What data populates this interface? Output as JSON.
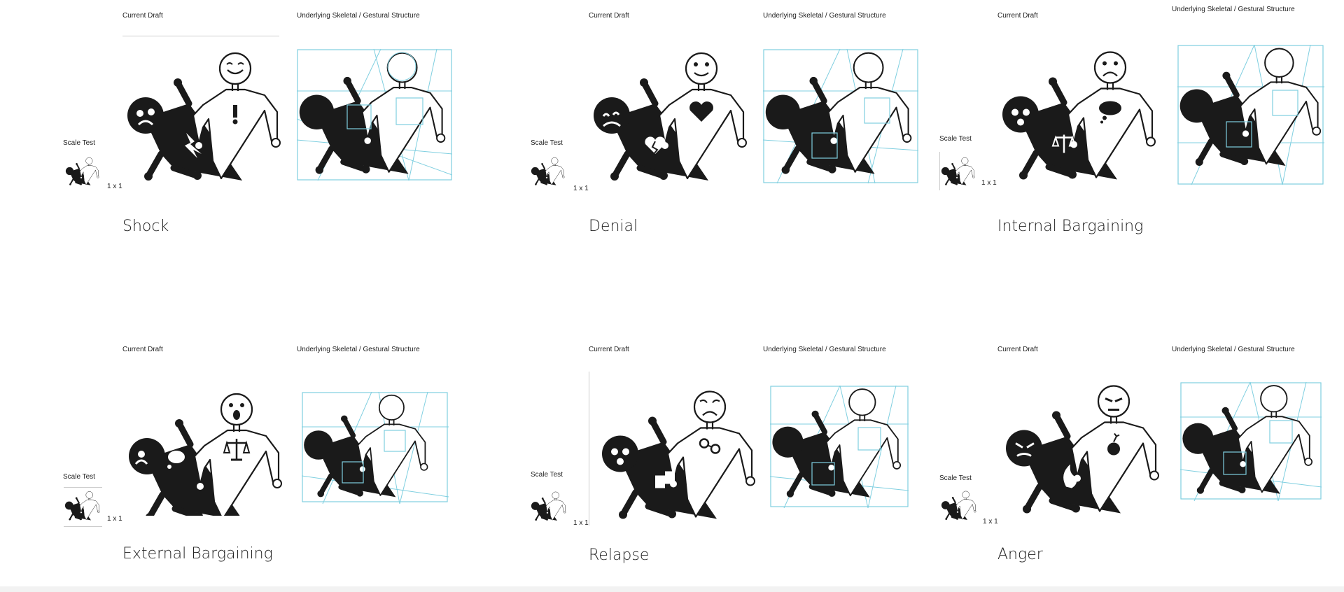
{
  "labels": {
    "current_draft": "Current Draft",
    "skeletal": "Underlying Skeletal / Gestural Structure",
    "scale_test": "Scale Test",
    "scale_ratio": "1 x 1"
  },
  "colors": {
    "ink": "#1a1a1a",
    "guide": "#7fcfe0",
    "background": "#ffffff"
  },
  "stages": [
    {
      "title": "Shock",
      "light_symbol": "exclamation-icon",
      "dark_symbol": "lightning-icon",
      "light_face": "smile-icon",
      "dark_face": "sad-icon"
    },
    {
      "title": "Denial",
      "light_symbol": "heart-icon",
      "dark_symbol": "broken-heart-icon",
      "light_face": "smile-icon",
      "dark_face": "sad-icon"
    },
    {
      "title": "Internal Bargaining",
      "light_symbol": "thought-cloud-icon",
      "dark_symbol": "scales-icon",
      "light_face": "frown-icon",
      "dark_face": "eyes-icon"
    },
    {
      "title": "External Bargaining",
      "light_symbol": "scales-icon",
      "dark_symbol": "thought-cloud-icon",
      "light_face": "surprised-icon",
      "dark_face": "sad-icon"
    },
    {
      "title": "Relapse",
      "light_symbol": "handcuffs-icon",
      "dark_symbol": "cards-icon",
      "light_face": "worried-icon",
      "dark_face": "eyes-icon"
    },
    {
      "title": "Anger",
      "light_symbol": "bomb-icon",
      "dark_symbol": "flame-icon",
      "light_face": "angry-icon",
      "dark_face": "angry-icon"
    }
  ]
}
